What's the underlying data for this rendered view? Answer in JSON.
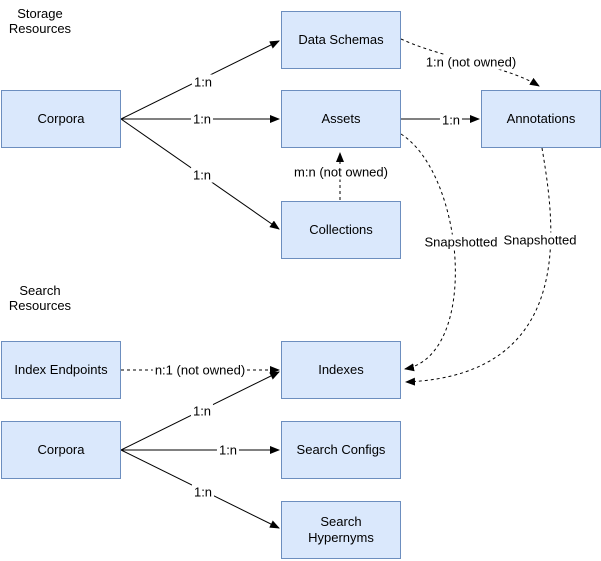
{
  "diagram": {
    "section_labels": {
      "storage": "Storage\nResources",
      "search": "Search\nResources"
    },
    "nodes": {
      "corpora_storage": "Corpora",
      "data_schemas": "Data Schemas",
      "assets": "Assets",
      "annotations": "Annotations",
      "collections": "Collections",
      "index_endpoints": "Index Endpoints",
      "indexes": "Indexes",
      "corpora_search": "Corpora",
      "search_configs": "Search Configs",
      "search_hypernyms": "Search\nHypernyms"
    },
    "edge_labels": {
      "corpora_to_data_schemas": "1:n",
      "corpora_to_assets": "1:n",
      "corpora_to_collections": "1:n",
      "assets_to_annotations": "1:n",
      "data_schemas_to_annotations": "1:n (not owned)",
      "collections_to_assets": "m:n (not owned)",
      "assets_to_indexes": "Snapshotted",
      "annotations_to_indexes": "Snapshotted",
      "index_endpoints_to_indexes": "n:1 (not owned)",
      "corpora_to_indexes": "1:n",
      "corpora_to_search_configs": "1:n",
      "corpora_to_search_hypernyms": "1:n"
    },
    "colors": {
      "background": "#ffffff",
      "node_fill": "#dae8fc",
      "node_stroke": "#6c8ebf",
      "edge": "#000000",
      "text": "#000000"
    }
  }
}
